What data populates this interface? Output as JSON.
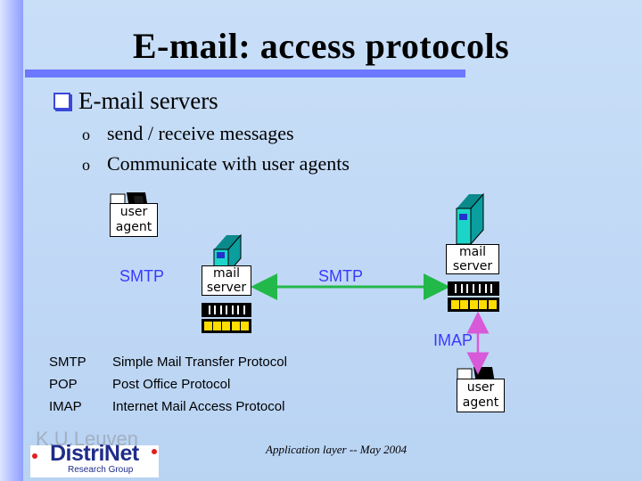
{
  "slide": {
    "title": "E-mail: access protocols",
    "bullet": "E-mail servers",
    "subbullets": [
      "send / receive messages",
      "Communicate with user agents"
    ]
  },
  "diagram": {
    "user_agent_top": "user\nagent",
    "user_agent_bottom": "user\nagent",
    "mail_server_left": "mail\nserver",
    "mail_server_right": "mail\nserver",
    "smtp_left": "SMTP",
    "smtp_middle": "SMTP",
    "imap": "IMAP"
  },
  "glossary": [
    {
      "abbr": "SMTP",
      "full": "Simple Mail Transfer Protocol"
    },
    {
      "abbr": "POP",
      "full": "Post Office Protocol"
    },
    {
      "abbr": "IMAP",
      "full": "Internet Mail Access Protocol"
    }
  ],
  "footer": "Application layer  --  May 2004",
  "logo": {
    "watermark": "K.U.Leuven",
    "name": "DistriNet",
    "sub": "Research Group"
  },
  "colors": {
    "arrow_green": "#23b84a",
    "arrow_pink": "#e06be0",
    "proto_blue": "#3a3aff"
  }
}
